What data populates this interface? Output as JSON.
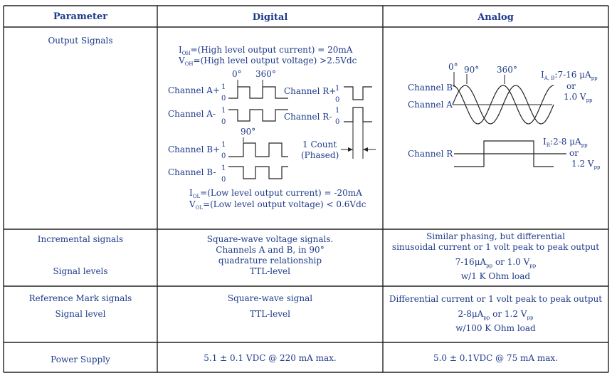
{
  "headers": {
    "parameter": "Parameter",
    "digital": "Digital",
    "analog": "Analog"
  },
  "rows": {
    "output": {
      "param": "Output Signals"
    },
    "incremental": {
      "param": "Incremental signals",
      "param2": "Signal levels",
      "digital": [
        "Square-wave voltage signals.",
        "Channels A and B, in 90°",
        "quadrature relationship",
        "TTL-level"
      ],
      "analog": [
        "Similar phasing, but differential",
        "sinusoidal current or 1 volt peak to peak output"
      ],
      "analog_level_prefix": "7-16μA",
      "analog_level_sub": "pp",
      "analog_level_mid": " or 1.0 V",
      "analog_level_sub2": "pp",
      "analog_load": "w/1 K Ohm load"
    },
    "reference": {
      "param": "Reference Mark signals",
      "param2": "Signal level",
      "digital": "Square-wave signal",
      "digital2": "TTL-level",
      "analog": "Differential current or 1 volt peak to peak output",
      "analog_level_prefix": "2-8μA",
      "analog_level_sub": "pp",
      "analog_level_mid": " or  1.2 V",
      "analog_level_sub2": "pp",
      "analog_load": "w/100 K Ohm load"
    },
    "power": {
      "param": "Power Supply",
      "digital": "5.1 ± 0.1 VDC @ 220 mA max.",
      "analog": "5.0 ± 0.1VDC @ 75 mA max."
    }
  },
  "digital_diagram": {
    "ioh_pre": "I",
    "ioh_sub": "OH",
    "ioh_text": "=(High level output current) = 20mA",
    "voh_pre": "V",
    "voh_sub": "OH",
    "voh_text": "=(High level output voltage) >2.5Vdc",
    "iol_pre": "I",
    "iol_sub": "OL",
    "iol_text": "=(Low level output current) = -20mA",
    "vol_pre": "V",
    "vol_sub": "OL",
    "vol_text": "=(Low level output voltage) < 0.6Vdc",
    "deg0": "0°",
    "deg360": "360°",
    "deg90": "90°",
    "ch_a_plus": "Channel A+",
    "ch_a_minus": "Channel A-",
    "ch_b_plus": "Channel B+",
    "ch_b_minus": "Channel B-",
    "ch_r_plus": "Channel R+",
    "ch_r_minus": "Channel R-",
    "one": "1",
    "zero": "0",
    "count": "1 Count",
    "phased": "(Phased)"
  },
  "analog_diagram": {
    "deg0": "0°",
    "deg90": "90°",
    "deg360": "360°",
    "ch_b": "Channel B",
    "ch_a": "Channel A",
    "ch_r": "Channel R",
    "iab_pre": "I",
    "iab_sub": "A, B",
    "iab_text": ":7-16 μA",
    "iab_sub2": "pp",
    "or1": "or",
    "v1": "1.0 V",
    "v1_sub": "pp",
    "ir_pre": "I",
    "ir_sub": "R",
    "ir_text": ":2-8 μA",
    "ir_sub2": "pp",
    "or2": "or",
    "v2": "1.2 V",
    "v2_sub": "pp"
  }
}
